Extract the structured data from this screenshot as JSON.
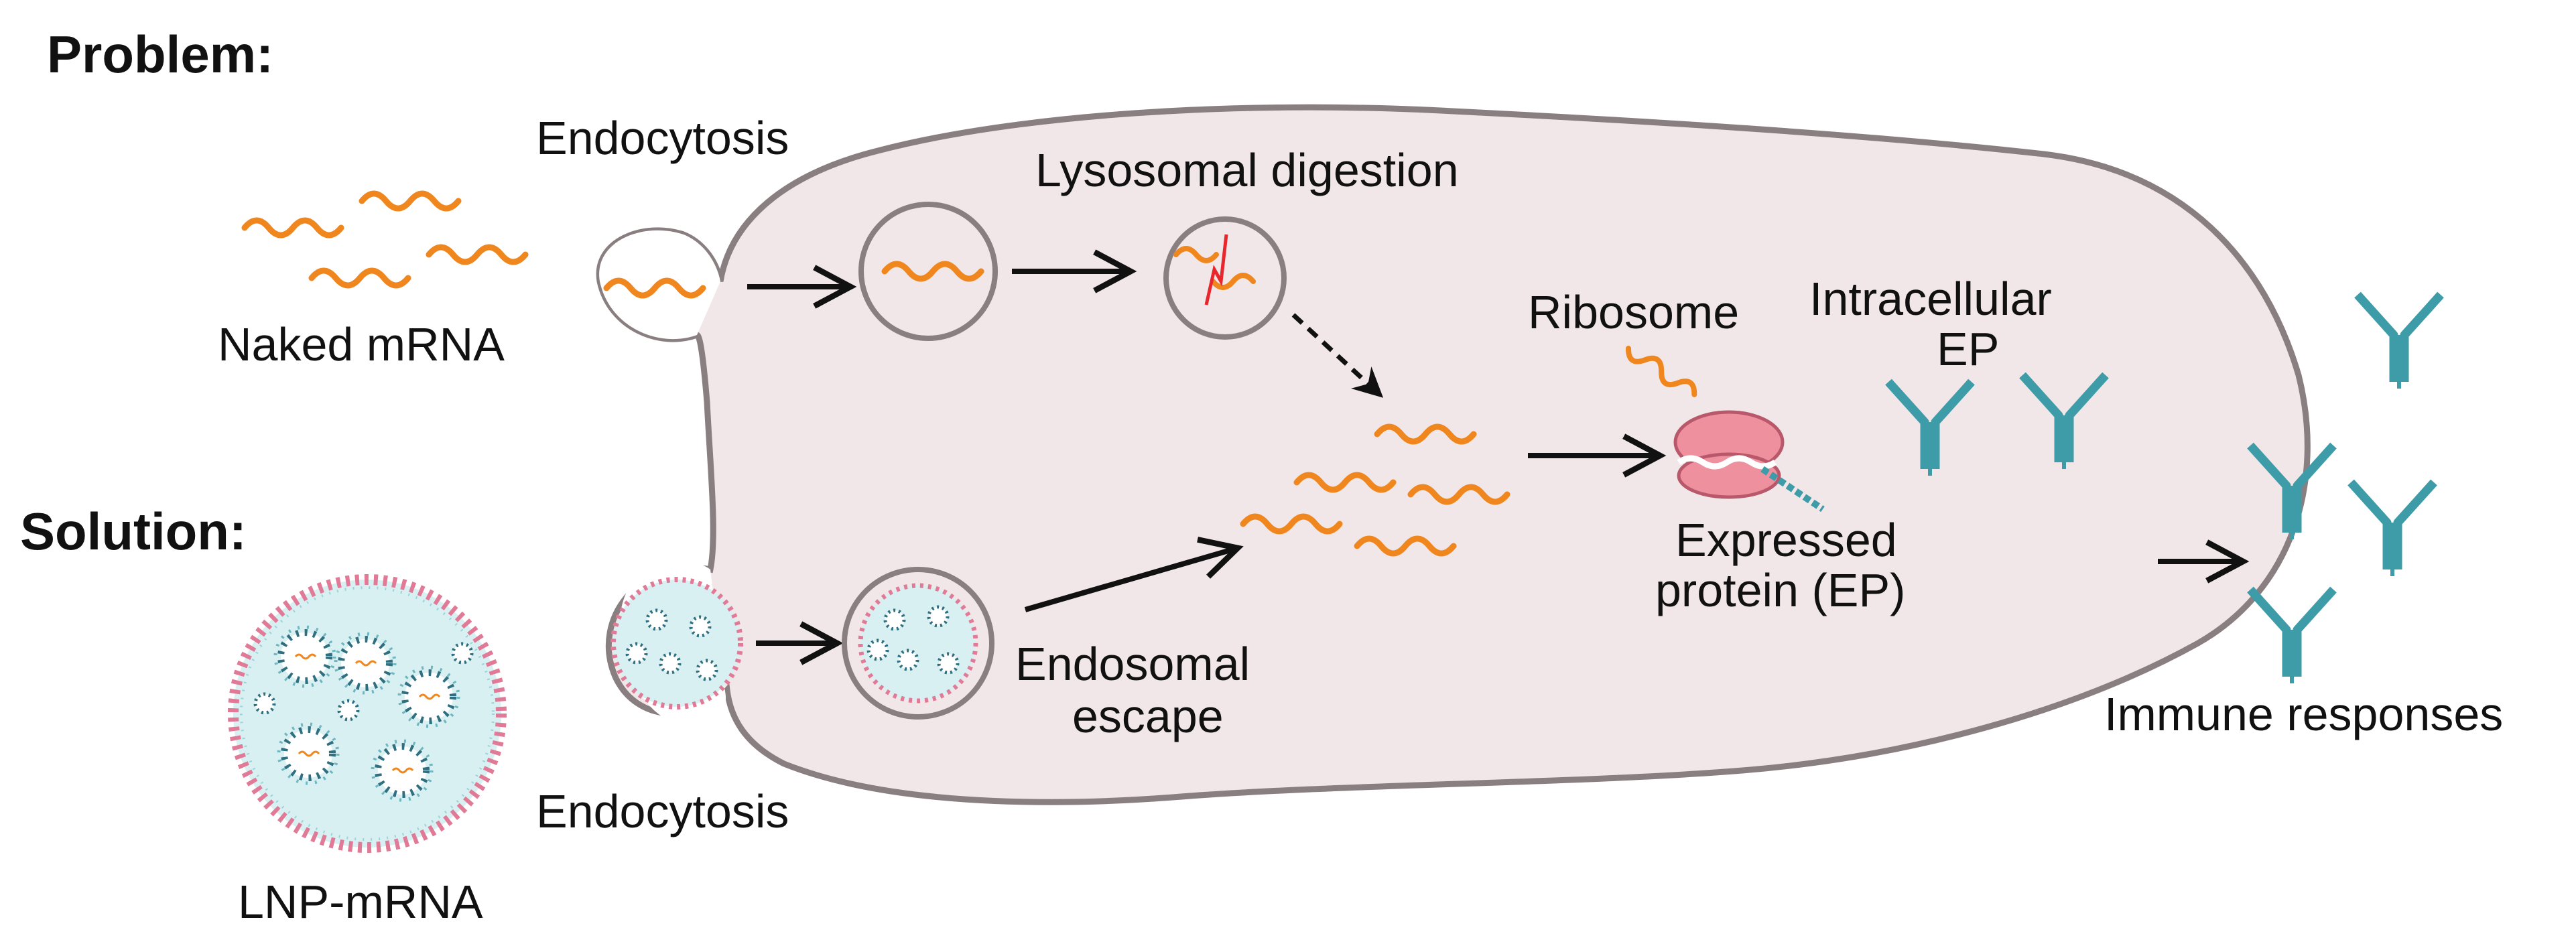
{
  "headings": {
    "problem": "Problem:",
    "solution": "Solution:"
  },
  "labels": {
    "endocytosis_top": "Endocytosis",
    "lysosomal_digestion": "Lysosomal digestion",
    "naked_mrna": "Naked mRNA",
    "ribosome": "Ribosome",
    "intracellular_ep_line1": "Intracellular",
    "intracellular_ep_line2": "EP",
    "expressed_protein_line1": "Expressed",
    "expressed_protein_line2": "protein (EP)",
    "endosomal_escape_line1": "Endosomal",
    "endosomal_escape_line2": "escape",
    "endocytosis_bottom": "Endocytosis",
    "lnp_mrna": "LNP-mRNA",
    "immune_responses": "Immune responses"
  },
  "colors": {
    "mrna": "#F0861E",
    "cell_fill": "#F1E7E8",
    "cell_border": "#8A7F80",
    "antibody": "#3D9CA8",
    "lnp_fill": "#D8F0F2",
    "lipid_head": "#E07A97",
    "ribosome": "#EE909D",
    "cut_mark": "#E8262B"
  },
  "icons": [
    "mrna-strand-icon",
    "endosome-icon",
    "lysosome-icon",
    "ribosome-icon",
    "antibody-icon",
    "lnp-particle-icon",
    "arrow-icon"
  ]
}
